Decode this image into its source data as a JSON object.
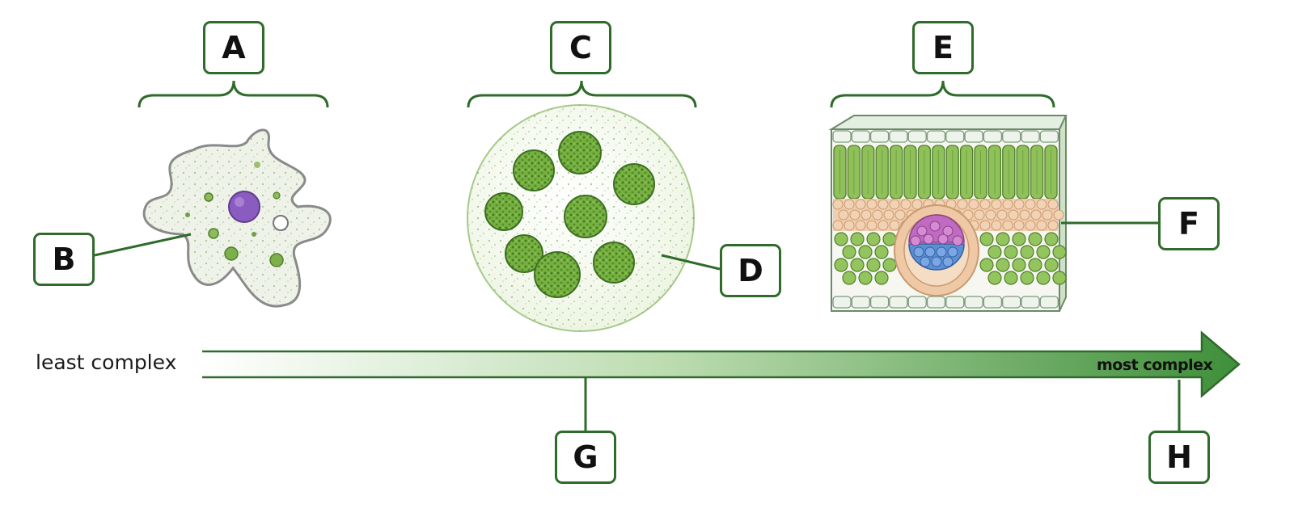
{
  "labels": {
    "a": "A",
    "b": "B",
    "c": "C",
    "d": "D",
    "e": "E",
    "f": "F",
    "g": "G",
    "h": "H"
  },
  "axis": {
    "least": "least complex",
    "most": "most complex"
  },
  "colors": {
    "label_border": "#2f6b2a",
    "arrow_green": "#3f8f3a",
    "cell_green": "#6fae3c",
    "nucleus_purple": "#8a5cc0",
    "vein_blue": "#5b8fd6",
    "tissue_peach": "#efc9a6"
  }
}
